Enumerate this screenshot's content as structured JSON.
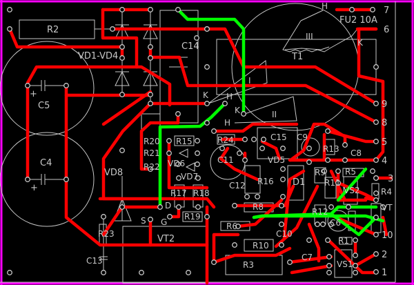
{
  "colors": {
    "background": "#000000",
    "trace_bottom": "#ff0000",
    "trace_top": "#00ff00",
    "silkscreen": "#c8c8c8",
    "board_edge": "#ff00ff"
  },
  "components": {
    "r2": "R2",
    "vd1_vd4": "VD1-VD4",
    "c5": "C5",
    "c4": "C4",
    "c14": "C14",
    "t1": "T1",
    "fu2": "FU2 10A",
    "vd8": "VD8",
    "r20": "R20",
    "r21": "R21",
    "r22": "R22",
    "r15": "R15",
    "vd6": "VD6",
    "vd7": "VD7",
    "r17": "R17",
    "r18": "R18",
    "r19": "R19",
    "r23": "R23",
    "c13": "C13",
    "vt2": "VT2",
    "r24": "R24",
    "c15": "C15",
    "c9": "C9",
    "r13": "R13",
    "c8": "C8",
    "vd5": "VD5",
    "c11": "C11",
    "c12": "C12",
    "r16": "R16",
    "d1": "D1",
    "r9": "R9",
    "r11": "R11",
    "r5": "R5",
    "vs2": "VS2",
    "r4": "R4",
    "vt": "VT",
    "r12": "R12",
    "c6": "C6",
    "r6": "R6",
    "c10": "C10",
    "r8": "R8",
    "r10": "R10",
    "r3": "R3",
    "c7": "C7",
    "r1": "R1",
    "vs1": "VS1"
  },
  "pins": {
    "d": "D",
    "s": "S",
    "g": "G",
    "h1": "H",
    "k1": "K",
    "h2": "H",
    "k2": "K",
    "k3": "K",
    "h3": "H",
    "k4": "K",
    "winding_1": "I",
    "winding_2": "II",
    "winding_3": "III",
    "plus_c5": "+",
    "plus_c4": "+",
    "plus_c11": "+"
  },
  "terminals": [
    "7",
    "6",
    "9",
    "8",
    "5",
    "4",
    "3",
    "10",
    "2",
    "1"
  ]
}
